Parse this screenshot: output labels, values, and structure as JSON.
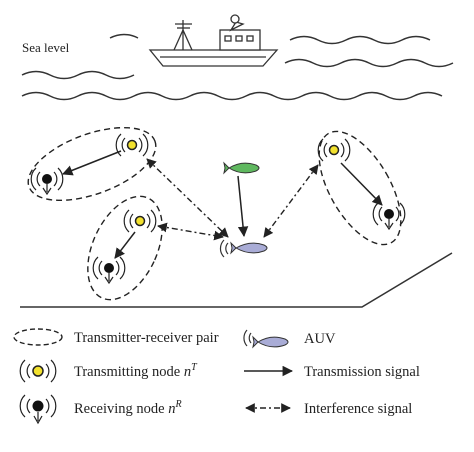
{
  "scene": {
    "sea_label": "Sea level"
  },
  "legend": {
    "pair": "Transmitter-receiver pair",
    "tx_prefix": "Transmitting node ",
    "tx_symbol": "n",
    "tx_sup": "T",
    "rx_prefix": "Receiving node ",
    "rx_symbol": "n",
    "rx_sup": "R",
    "auv": "AUV",
    "transmission": "Transmission signal",
    "interference": "Interference signal"
  },
  "colors": {
    "tx_node": "#f2e12e",
    "rx_node": "#111111",
    "auv_green": "#5fb85f",
    "auv_blue": "#a9acd6",
    "line": "#222222"
  }
}
